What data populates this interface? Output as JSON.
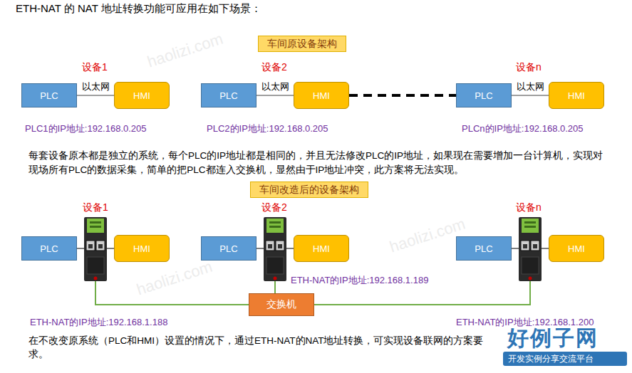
{
  "diagram": {
    "title": "ETH-NAT 的 NAT 地址转换功能可应用在如下场景：",
    "caption": "在不改变原系统（PLC和HMI）设置的情况下，通过ETH-NAT的NAT地址转换，可实现设备联网的方案要求。",
    "nodes": [
      {
        "text": [
          "车间原设备架构"
        ]
      },
      {
        "text": [
          "PLC"
        ]
      },
      {
        "text": [
          "HMI"
        ]
      },
      {
        "text": [
          "PLC"
        ]
      },
      {
        "text": [
          "HMI"
        ]
      },
      {
        "text": [
          "PLC"
        ]
      },
      {
        "text": [
          "HMI"
        ]
      },
      {
        "text": [
          "车间改造后的设备架构"
        ]
      },
      {
        "text": [
          "PLC"
        ]
      },
      {
        "text": [
          "HMI"
        ]
      },
      {
        "text": [
          "PLC"
        ]
      },
      {
        "text": [
          "HMI"
        ]
      },
      {
        "text": [
          "PLC"
        ]
      },
      {
        "text": [
          "HMI"
        ]
      },
      {
        "text": [
          "交换机"
        ]
      }
    ],
    "edges": [
      {
        "from": 1,
        "to": 2,
        "label": "以太网",
        "arrow": "none"
      },
      {
        "from": 3,
        "to": 4,
        "label": "以太网",
        "arrow": "none"
      },
      {
        "from": 4,
        "to": 5,
        "arrow": "none"
      },
      {
        "from": 5,
        "to": 6,
        "label": "以太网",
        "arrow": "none"
      }
    ],
    "labels": [
      "设备1",
      "设备2",
      "设备n",
      "PLC1的IP地址:192.168.0.205",
      "PLC2的IP地址:192.168.0.205",
      "PLCn的IP地址:192.168.0.205",
      "每套设备原本都是独立的系统，每个PLC的IP地址都是相同的，并且无法修改PLC的IP地址，如果现在需要增加一台计算机，实现对现场所有PLC的数据采集，简单的把PLC都连入交换机，显然由于IP地址冲突，此方案将无法实现。",
      "设备1",
      "设备2",
      "设备n",
      "ETH-NAT的IP地址:192.168.1.189",
      "ETH-NAT的IP地址:192.168.1.188",
      "ETH-NAT的IP地址:192.168.1.200",
      "haolizi.com",
      "haolizi.com",
      "haolizi.com",
      "好例子网",
      "开发实例分享交流平台"
    ]
  }
}
